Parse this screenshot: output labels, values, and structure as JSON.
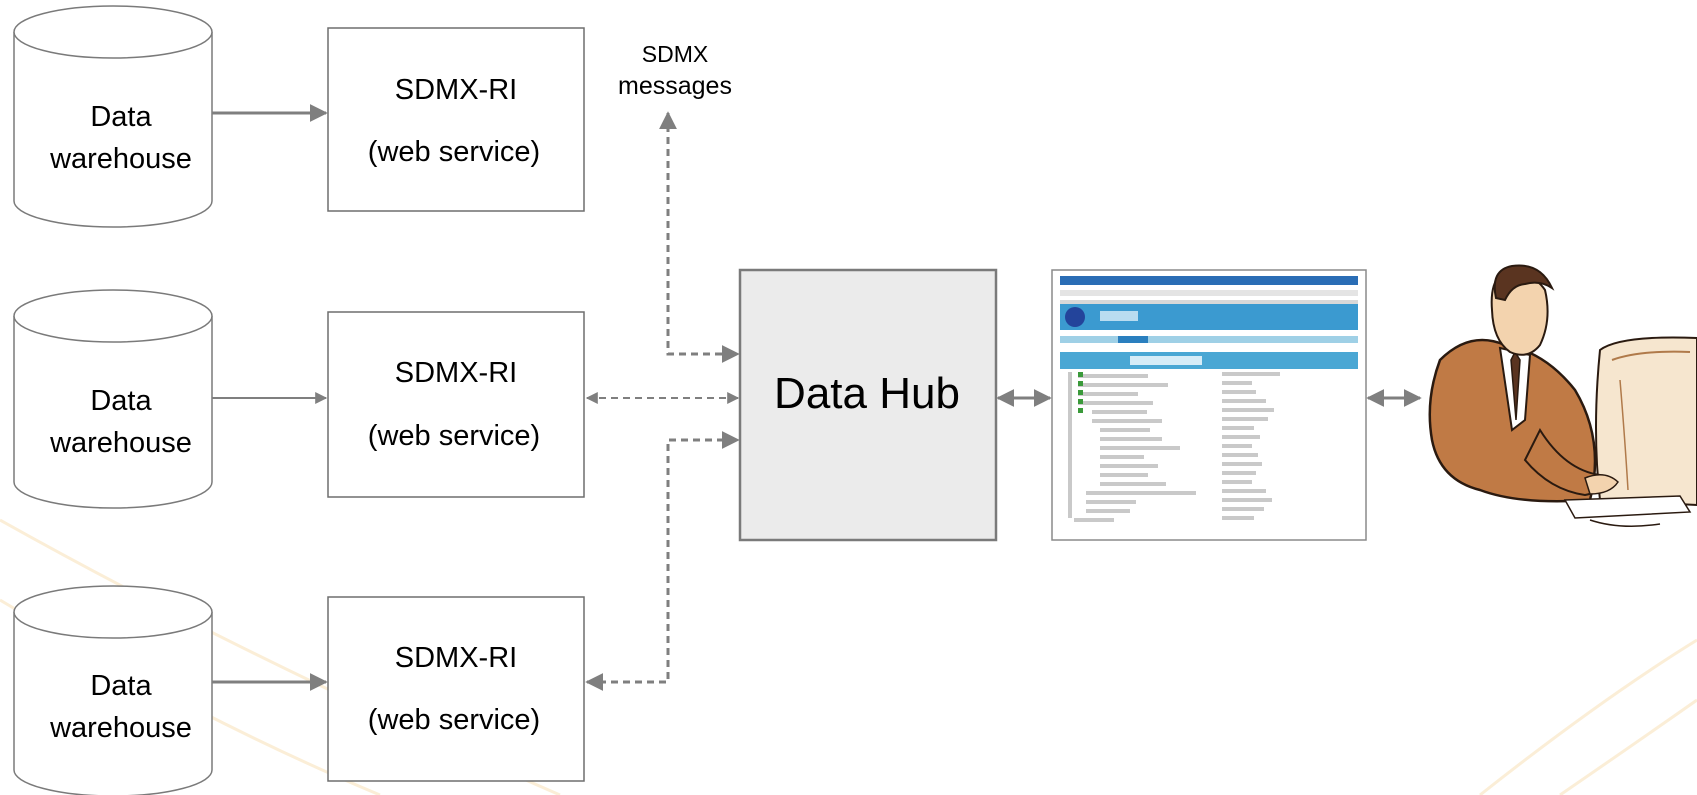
{
  "diagram": {
    "sources": [
      {
        "store": {
          "line1": "Data",
          "line2": "warehouse"
        },
        "service": {
          "line1": "SDMX-RI",
          "line2": "(web service)"
        }
      },
      {
        "store": {
          "line1": "Data",
          "line2": "warehouse"
        },
        "service": {
          "line1": "SDMX-RI",
          "line2": "(web service)"
        }
      },
      {
        "store": {
          "line1": "Data",
          "line2": "warehouse"
        },
        "service": {
          "line1": "SDMX-RI",
          "line2": "(web service)"
        }
      }
    ],
    "messages_label": {
      "line1": "SDMX",
      "line2": "messages"
    },
    "hub_label": "Data Hub"
  },
  "colors": {
    "arrow": "#7f7f7f",
    "box_border": "#6e6e6e",
    "hub_fill": "#ebebeb",
    "hub_border": "#7a7a7a",
    "portal_bar": "#2a6db5",
    "portal_banner": "#3b9ad0",
    "skin": "#c07a45"
  },
  "icons": {
    "portal": "web-portal-screenshot-icon",
    "user": "user-at-computer-icon"
  }
}
